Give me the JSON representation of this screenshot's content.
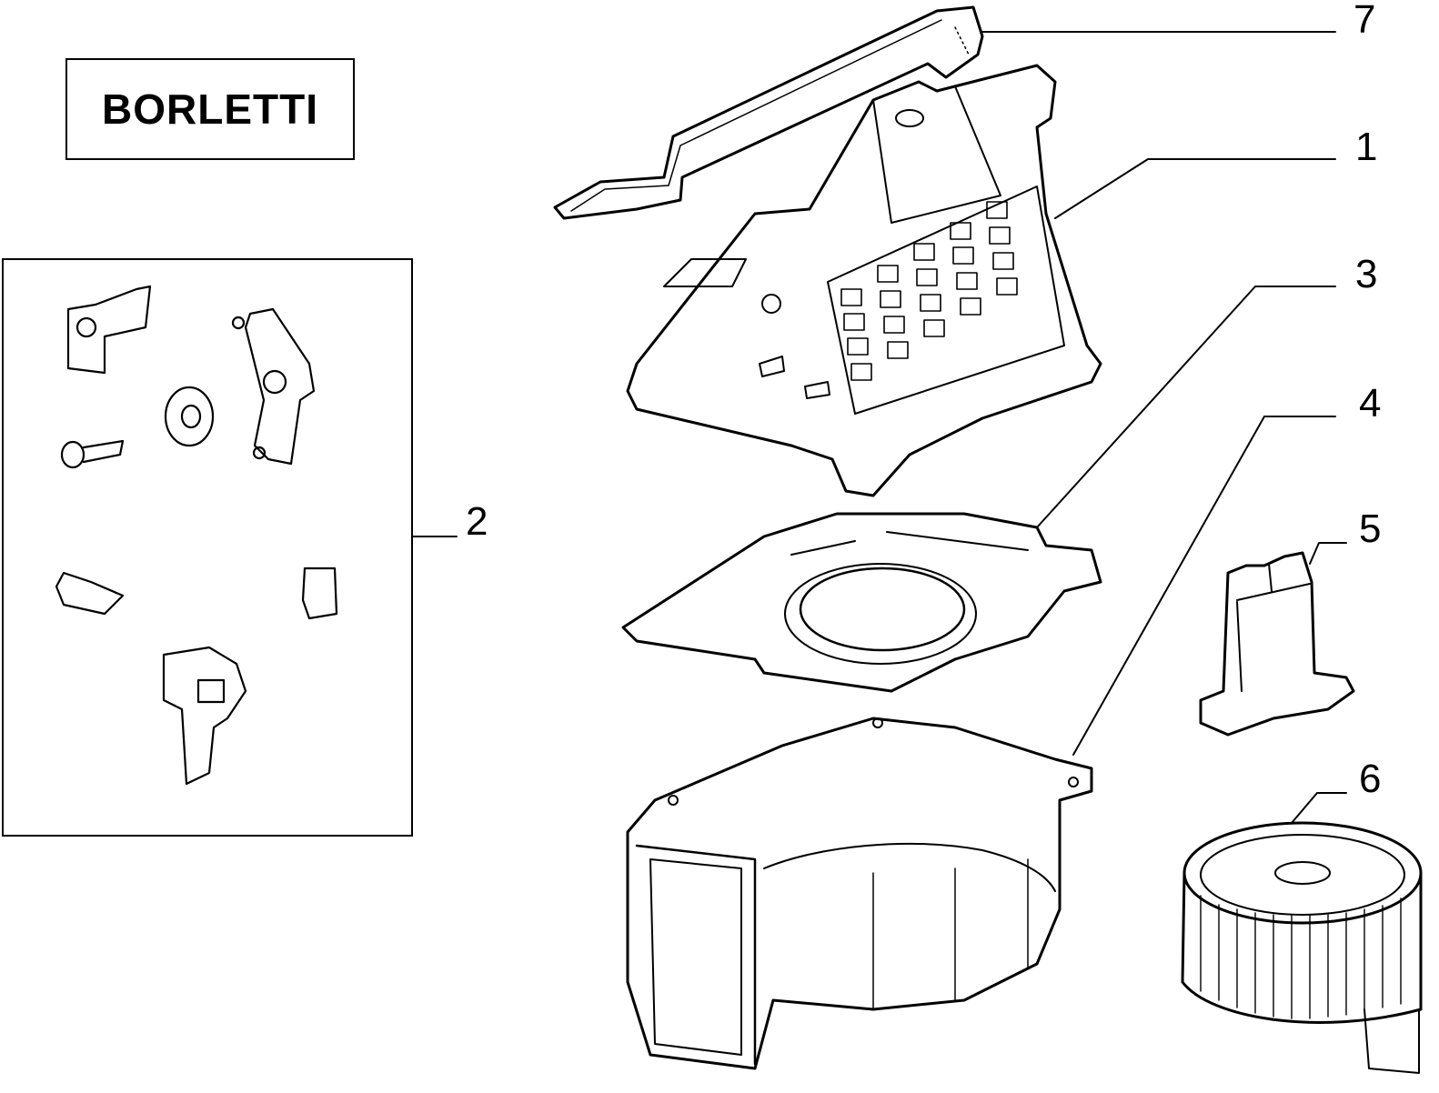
{
  "brand": {
    "label": "BORLETTI"
  },
  "callouts": [
    {
      "id": "7",
      "label": "7"
    },
    {
      "id": "1",
      "label": "1"
    },
    {
      "id": "3",
      "label": "3"
    },
    {
      "id": "4",
      "label": "4"
    },
    {
      "id": "2",
      "label": "2"
    },
    {
      "id": "5",
      "label": "5"
    },
    {
      "id": "6",
      "label": "6"
    }
  ],
  "colors": {
    "line": "#000000",
    "background": "#ffffff"
  }
}
